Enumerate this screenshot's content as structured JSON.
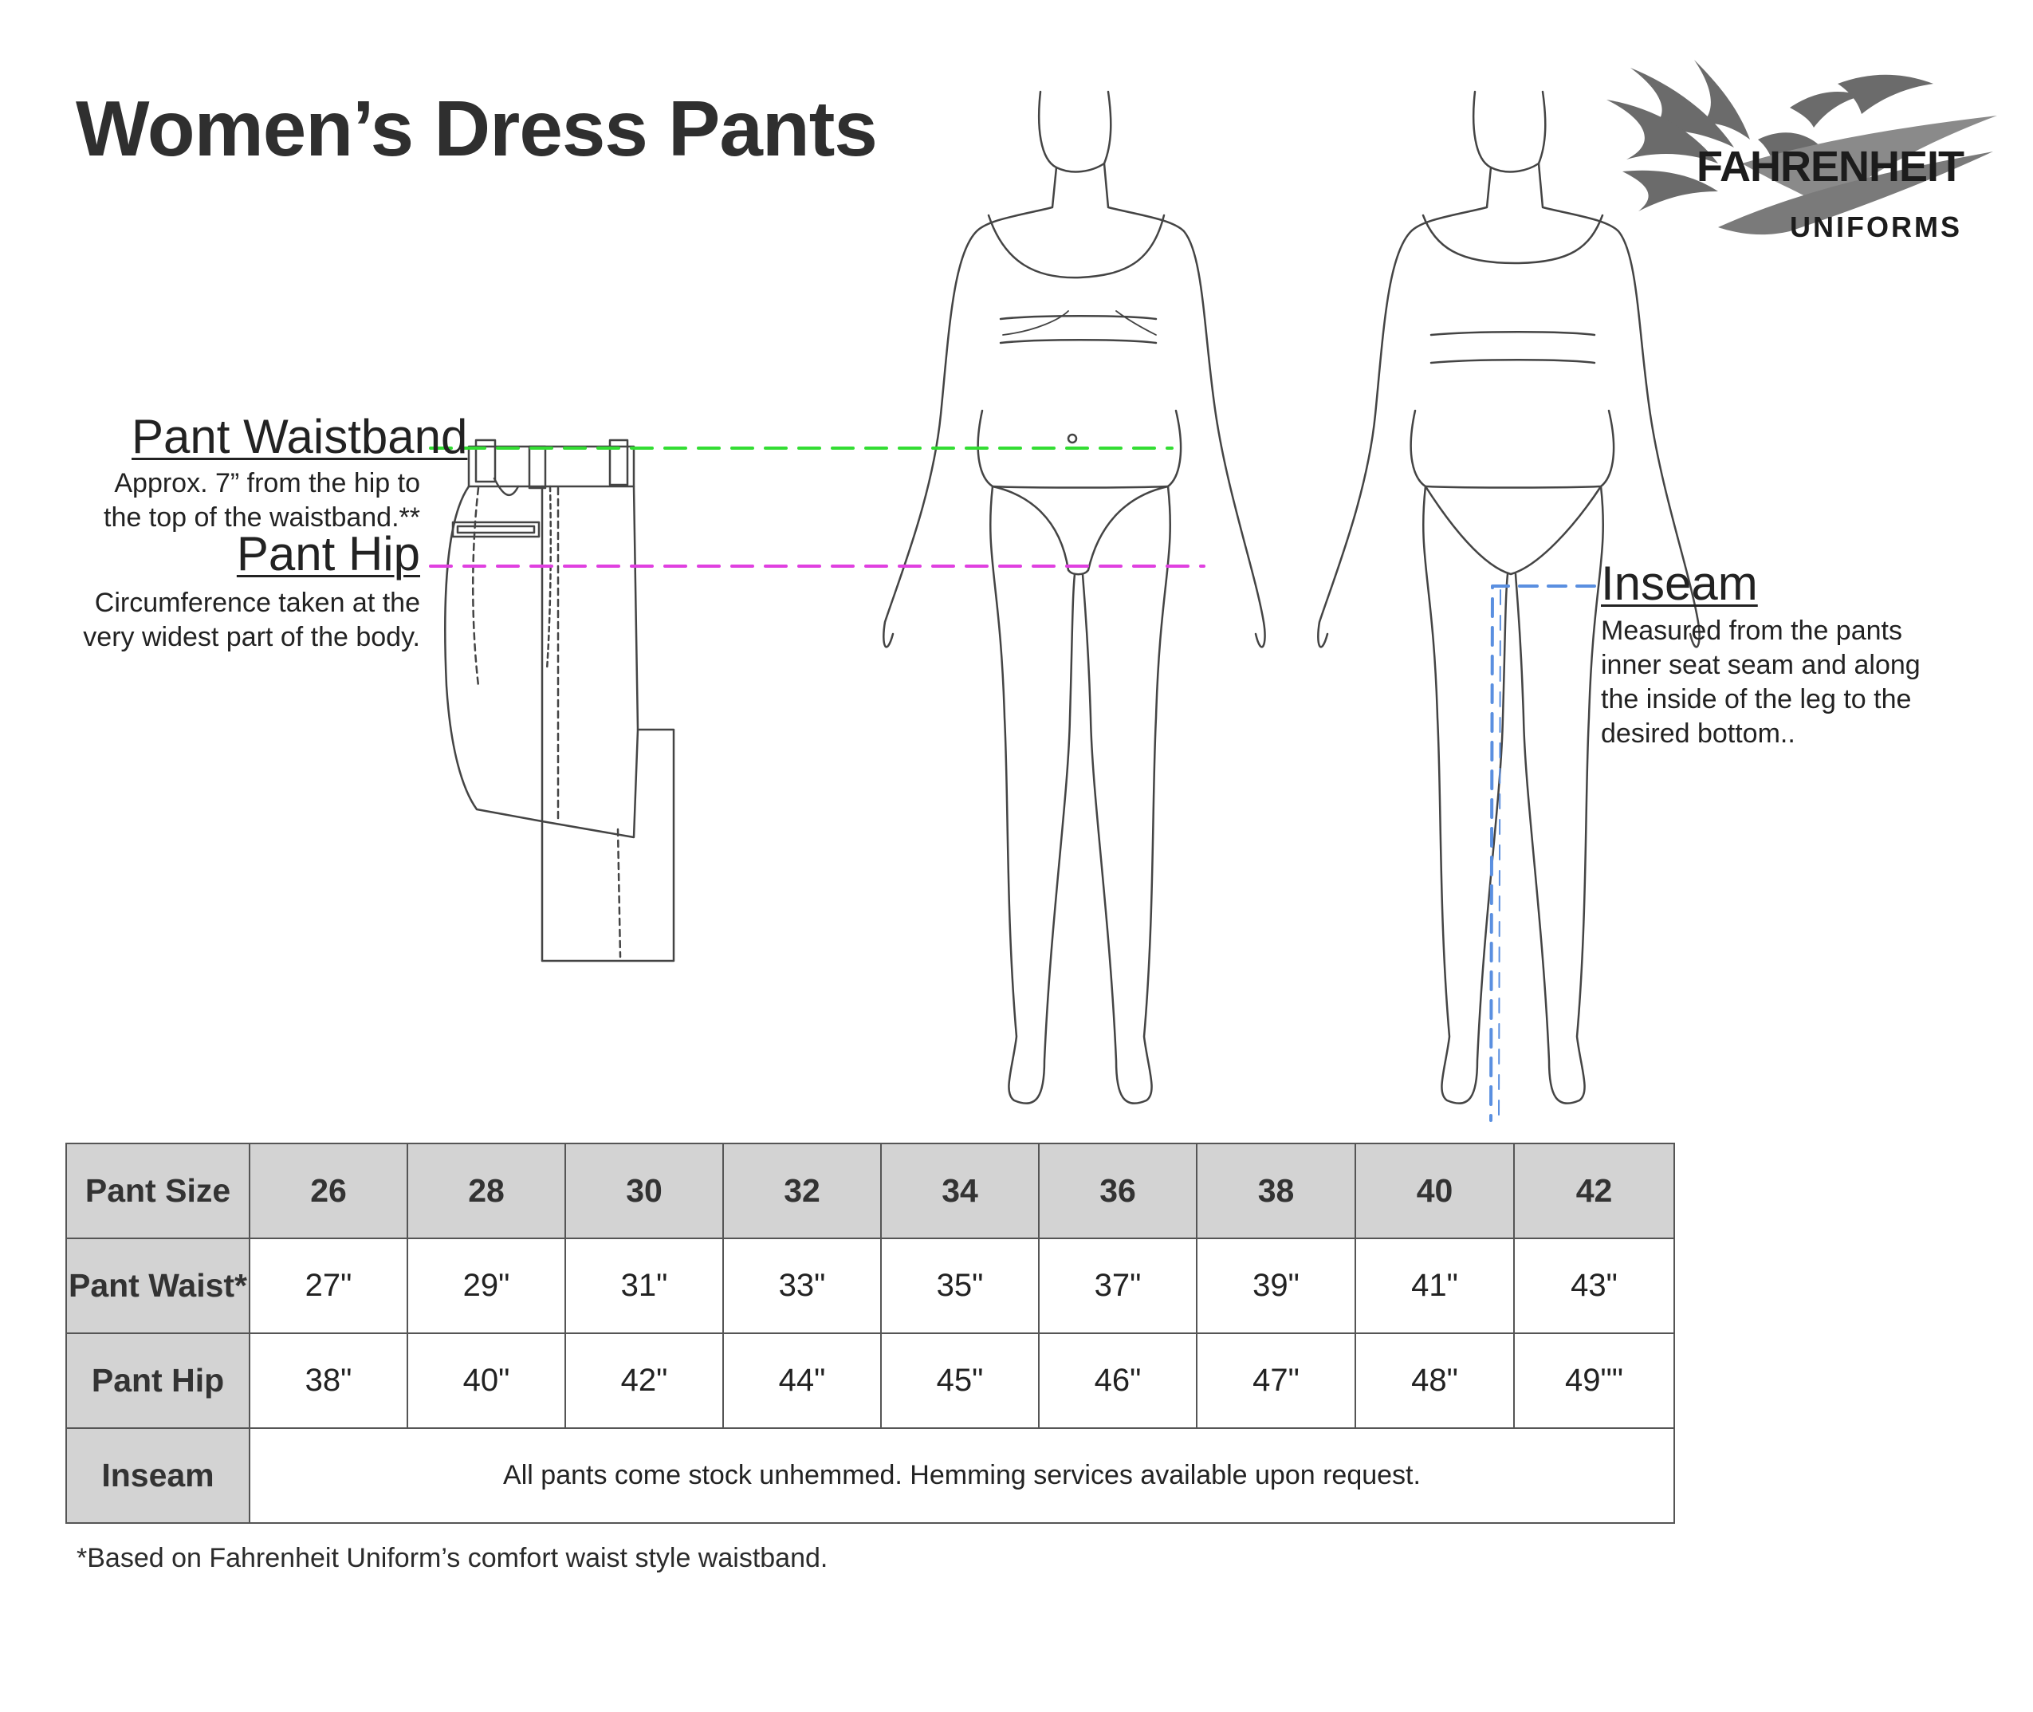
{
  "title": "Women’s Dress Pants",
  "logo": {
    "line1": "FAHRENHEIT",
    "line2": "UNIFORMS",
    "icon": "phoenix-icon"
  },
  "labels": {
    "waistband": {
      "title": "Pant Waistband",
      "desc_line1": "Approx. 7” from the hip to",
      "desc_line2": "the top of the waistband.**",
      "color": "#33dd33"
    },
    "hip": {
      "title": "Pant Hip",
      "desc_line1": "Circumference taken at the",
      "desc_line2": "very widest part of the body.",
      "color": "#e040e0"
    },
    "inseam": {
      "title": "Inseam",
      "desc_line1": "Measured from the pants",
      "desc_line2": "inner seat seam and along",
      "desc_line3": "the inside of the leg to the",
      "desc_line4": "desired bottom..",
      "color": "#5a8fe0"
    }
  },
  "table": {
    "header_label": "Pant Size",
    "sizes": [
      "26",
      "28",
      "30",
      "32",
      "34",
      "36",
      "38",
      "40",
      "42"
    ],
    "rows": [
      {
        "label": "Pant Waist*",
        "values": [
          "27\"",
          "29\"",
          "31\"",
          "33\"",
          "35\"",
          "37\"",
          "39\"",
          "41\"",
          "43\""
        ]
      },
      {
        "label": "Pant Hip",
        "values": [
          "38\"",
          "40\"",
          "42\"",
          "44\"",
          "45\"",
          "46\"",
          "47\"",
          "48\"",
          "49\"\""
        ]
      }
    ],
    "inseam_label": "Inseam",
    "inseam_note": "All pants come stock unhemmed. Hemming services available upon request."
  },
  "footnote": "*Based on Fahrenheit Uniform’s comfort waist style waistband."
}
